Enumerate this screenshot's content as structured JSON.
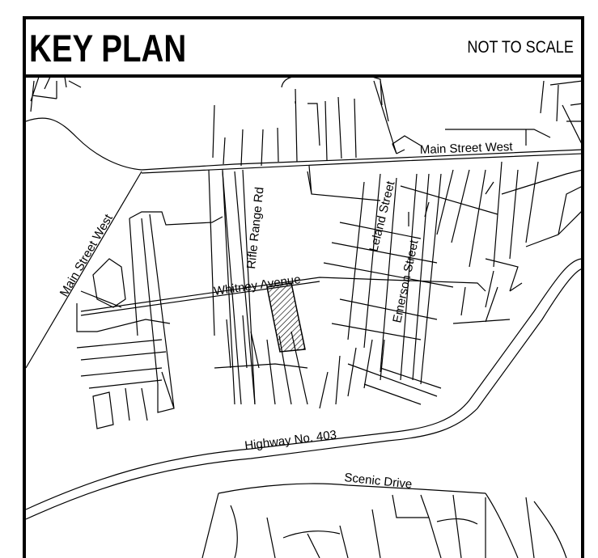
{
  "header": {
    "title": "KEY PLAN",
    "scale_note": "NOT TO SCALE"
  },
  "map": {
    "streets": {
      "main_street_west_top": "Main Street West",
      "main_street_west_diag": "Main Street West",
      "rifle_range": "Rifle Range Rd",
      "whitney": "Whitney Avenue",
      "leland": "Leland Street",
      "emerson": "Emerson Street",
      "highway": "Highway No. 403",
      "scenic": "Scenic Drive"
    },
    "site_highlight": "hatched parcel",
    "colors": {
      "ink": "#000000",
      "paper": "#ffffff"
    }
  }
}
